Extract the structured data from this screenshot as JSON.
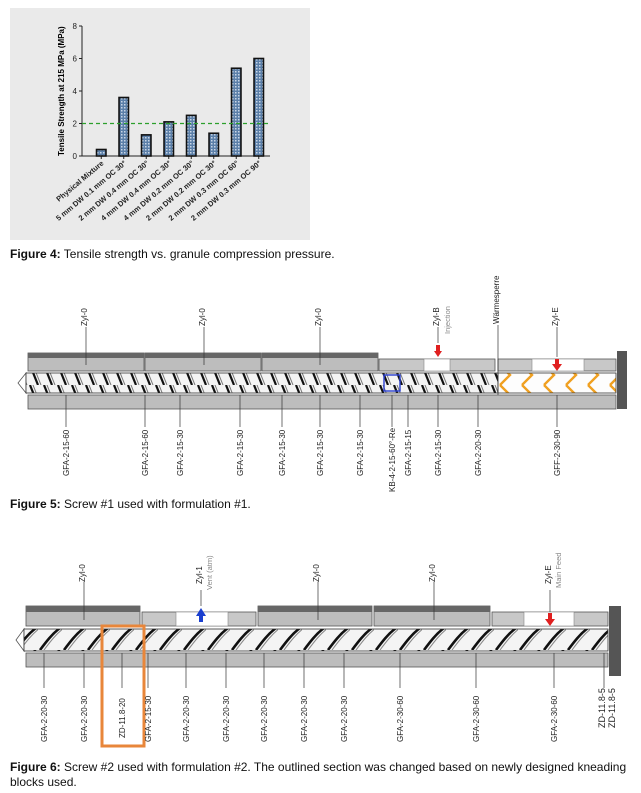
{
  "figure4": {
    "caption_label": "Figure 4:",
    "caption_text": " Tensile strength vs. granule compression pressure."
  },
  "figure5": {
    "caption_label": "Figure 5:",
    "caption_text": " Screw #1 used with formulation #1.",
    "top_labels": [
      "Zyl-0",
      "Zyl-0",
      "Zyl-0",
      "Zyl-B",
      "Injection",
      "Wärmesperre",
      "Zyl-E"
    ],
    "bottom_labels": [
      "GFA-2-15-60",
      "GFA-2-15-60",
      "GFA-2-15-30",
      "GFA-2-15-30",
      "GFA-2-15-30",
      "GFA-2-15-30",
      "GFA-2-15-30",
      "KB-4-2-15-60°-Re",
      "GFA-2-15-15",
      "GFA-2-15-30",
      "GFA-2-20-30",
      "GFF-2-30-90"
    ]
  },
  "figure6": {
    "caption_label": "Figure 6:",
    "caption_text": " Screw #2 used with formulation #2. The outlined section was changed based on newly designed kneading blocks used.",
    "top_labels": [
      "Zyl-0",
      "Zyl-1",
      "Vent (atm)",
      "Zyl-0",
      "Zyl-0",
      "Zyl-E",
      "Main Feed"
    ],
    "bottom_labels": [
      "GFA-2-20-30",
      "GFA-2-20-30",
      "ZD-11.8-20",
      "GFA-2-15-30",
      "GFA-2-20-30",
      "GFA-2-20-30",
      "GFA-2-20-30",
      "GFA-2-20-30",
      "GFA-2-20-30",
      "GFA-2-30-60",
      "GFA-2-30-60",
      "GFA-2-30-60",
      "ZD-11.8-5",
      "ZD-11.8-5"
    ]
  },
  "chart_data": {
    "type": "bar",
    "title": "",
    "xlabel": "",
    "ylabel": "Tensile Strength at 215 MPa (MPa)",
    "ylim": [
      0,
      8
    ],
    "yticks": [
      "0",
      "2",
      "4",
      "6",
      "8"
    ],
    "categories": [
      "Physical Mixture",
      "5 mm DW 0.1 mm OC 30°",
      "2 mm DW 0.4 mm OC 30°",
      "4 mm DW 0.4 mm OC 30°",
      "4 mm DW 0.2 mm OC 30°",
      "2 mm DW 0.2 mm OC 30°",
      "2 mm DW 0.3 mm OC 60°",
      "2 mm DW 0.3 mm OC 90°"
    ],
    "values": [
      0.4,
      3.6,
      1.3,
      2.1,
      2.5,
      1.4,
      5.4,
      6.0
    ],
    "reference_line": 2.0,
    "bar_color": "#5b7fa8",
    "reference_color": "#2ca02c",
    "grid": false
  }
}
